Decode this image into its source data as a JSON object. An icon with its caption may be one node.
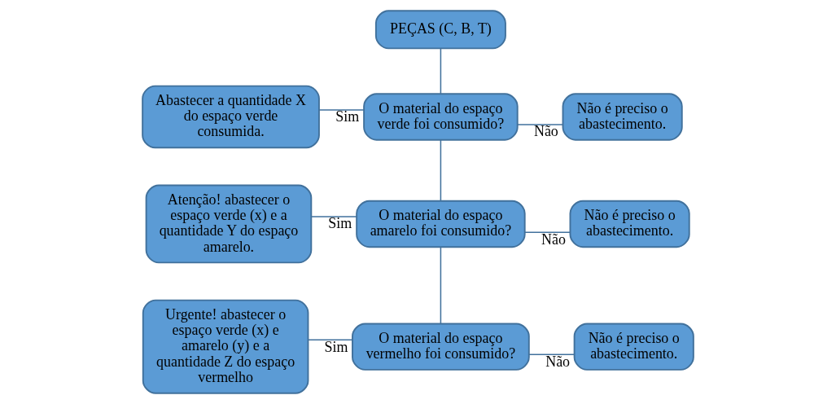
{
  "diagram": {
    "nodes": [
      {
        "text": [
          "PEÇAS (C, B, T)"
        ]
      },
      {
        "text": [
          "O material do espaço verde foi consumido?"
        ]
      },
      {
        "text": [
          "Abastecer a quantidade X do espaço verde consumida."
        ]
      },
      {
        "text": [
          "Não é preciso o abastecimento."
        ]
      },
      {
        "text": [
          "O material do espaço amarelo foi consumido?"
        ]
      },
      {
        "text": [
          "Atenção! abastecer o espaço verde (x) e a quantidade Y do espaço amarelo."
        ]
      },
      {
        "text": [
          "Não é preciso o abastecimento."
        ]
      },
      {
        "text": [
          "O material do espaço vermelho foi consumido?"
        ]
      },
      {
        "text": [
          "Urgente! abastecer o espaço verde (x) e amarelo (y) e a quantidade Z do espaço vermelho"
        ]
      },
      {
        "text": [
          "Não é preciso o abastecimento."
        ]
      }
    ],
    "edges": [
      {
        "from": 0,
        "to": 1,
        "arrow": "none"
      },
      {
        "from": 1,
        "to": 2,
        "arrow": "none",
        "label": "Sim"
      },
      {
        "from": 1,
        "to": 3,
        "arrow": "none",
        "label": "Não"
      },
      {
        "from": 1,
        "to": 4,
        "arrow": "none"
      },
      {
        "from": 4,
        "to": 5,
        "arrow": "none",
        "label": "Sim"
      },
      {
        "from": 4,
        "to": 6,
        "arrow": "none",
        "label": "Não"
      },
      {
        "from": 4,
        "to": 7,
        "arrow": "none"
      },
      {
        "from": 7,
        "to": 8,
        "arrow": "none",
        "label": "Sim"
      },
      {
        "from": 7,
        "to": 9,
        "arrow": "none",
        "label": "Não"
      }
    ]
  }
}
